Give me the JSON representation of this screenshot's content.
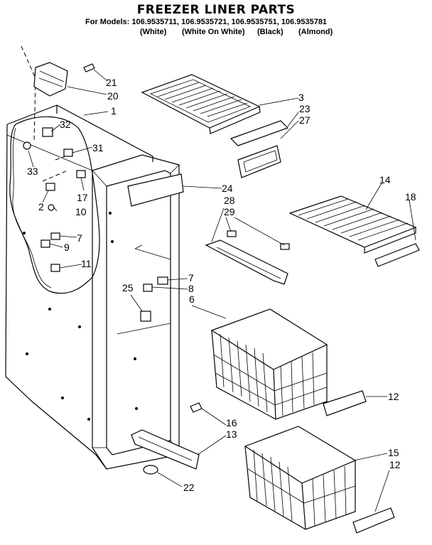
{
  "header": {
    "title": "FREEZER LINER PARTS",
    "models_line": "For Models: 106.9535711, 106.9535721, 106.9535751, 106.9535781",
    "colors": [
      "(White)",
      "(White On White)",
      "(Black)",
      "(Almond)"
    ]
  },
  "callouts": [
    "21",
    "20",
    "1",
    "32",
    "31",
    "33",
    "17",
    "2",
    "10",
    "7",
    "9",
    "11",
    "3",
    "23",
    "27",
    "24",
    "28",
    "29",
    "14",
    "18",
    "7",
    "8",
    "25",
    "6",
    "12",
    "16",
    "13",
    "15",
    "12",
    "22"
  ]
}
